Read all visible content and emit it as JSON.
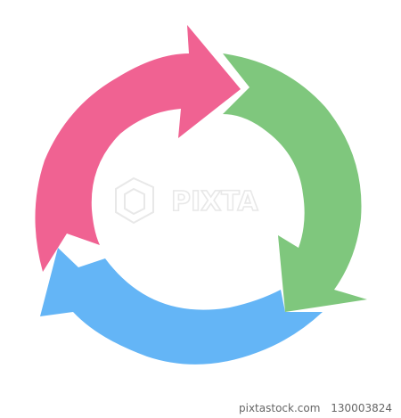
{
  "diagram": {
    "type": "cycle",
    "arrows": [
      {
        "id": "pink",
        "color": "#f06292"
      },
      {
        "id": "green",
        "color": "#7fc77d"
      },
      {
        "id": "blue",
        "color": "#64b5f6"
      }
    ]
  },
  "watermark": {
    "text": "PIXTA",
    "color": "#e8e8e8"
  },
  "footer": {
    "site": "pixtastock.com",
    "id": "130003824"
  }
}
